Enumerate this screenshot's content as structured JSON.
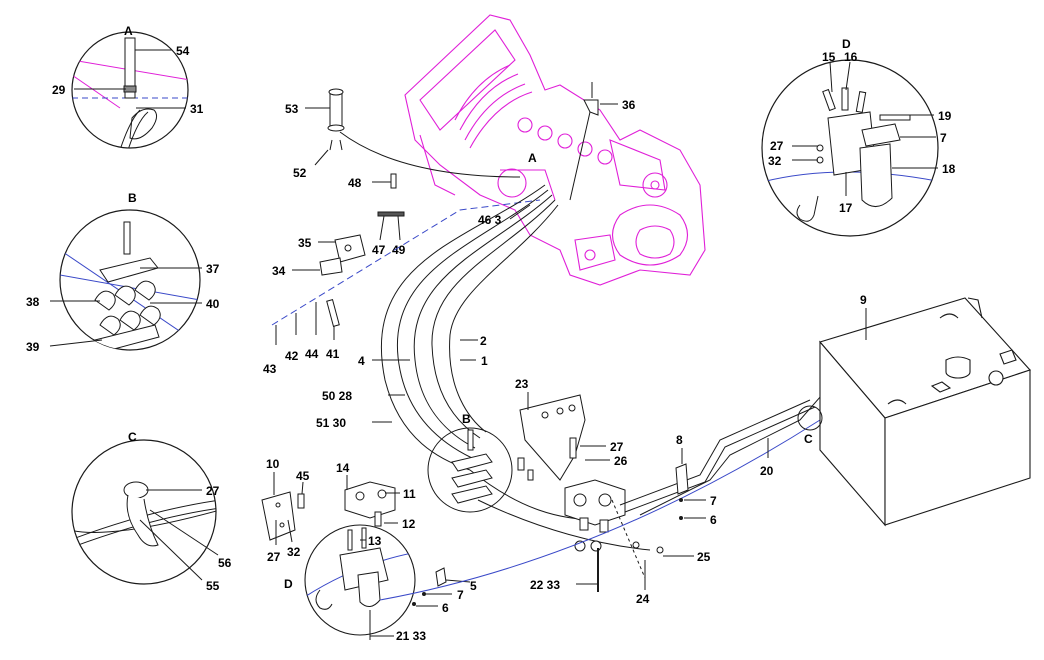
{
  "colors": {
    "line": "#1a1a1a",
    "engine": "#e020d8",
    "dashed": "#3a49c8",
    "background": "#ffffff"
  },
  "detail_letters": {
    "A_top": "A",
    "B": "B",
    "C": "C",
    "D_top": "D",
    "A_engine": "A",
    "B_valve": "B",
    "C_tank": "C",
    "D_filter": "D"
  },
  "callouts": {
    "c54": "54",
    "c29": "29",
    "c31": "31",
    "c37": "37",
    "c38": "38",
    "c40": "40",
    "c39": "39",
    "c27a": "27",
    "c56": "56",
    "c55": "55",
    "c53": "53",
    "c52": "52",
    "c48": "48",
    "c46_3": "46 3",
    "c36": "36",
    "c35": "35",
    "c34": "34",
    "c47": "47",
    "c49": "49",
    "c43": "43",
    "c42": "42",
    "c44": "44",
    "c41": "41",
    "c2": "2",
    "c4": "4",
    "c1": "1",
    "c50_28": "50 28",
    "c51_30": "51 30",
    "c23": "23",
    "c27b": "27",
    "c26": "26",
    "c10": "10",
    "c45": "45",
    "c14": "14",
    "c11": "11",
    "c12": "12",
    "c13": "13",
    "c27c": "27",
    "c32a": "32",
    "c5": "5",
    "c7a": "7",
    "c6a": "6",
    "c21_33": "21 33",
    "c22_33": "22 33",
    "c24": "24",
    "c25": "25",
    "c8": "8",
    "c7b": "7",
    "c6b": "6",
    "c20": "20",
    "c9": "9",
    "c15": "15",
    "c16": "16",
    "c19": "19",
    "c27d": "27",
    "c7c": "7",
    "c32b": "32",
    "c18": "18",
    "c17": "17"
  }
}
